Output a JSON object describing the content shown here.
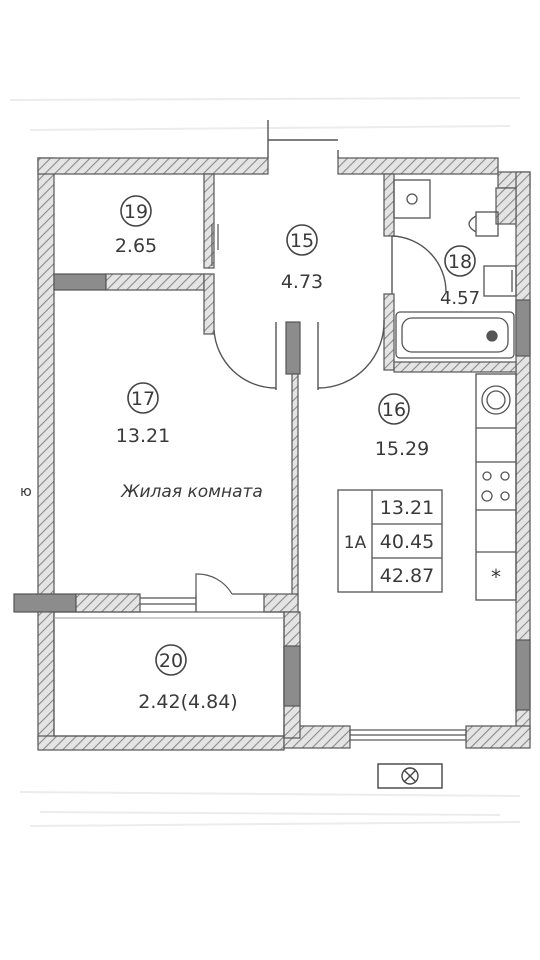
{
  "rooms": [
    {
      "id": "19",
      "area": "2.65"
    },
    {
      "id": "15",
      "area": "4.73"
    },
    {
      "id": "18",
      "area": "4.57"
    },
    {
      "id": "17",
      "area": "13.21",
      "name": "Жилая комната"
    },
    {
      "id": "16",
      "area": "15.29"
    },
    {
      "id": "20",
      "area": "2.42(4.84)"
    }
  ],
  "summary": {
    "type": "1A",
    "living_area": "13.21",
    "total_area": "40.45",
    "total_with_balcony": "42.87"
  },
  "marks": {
    "star": "*",
    "edge_mark": "ю"
  },
  "colors": {
    "wall_hatch": "#9a9a9a",
    "wall_fill": "#d9d9d9",
    "line": "#555555",
    "text": "#3a3a3a"
  }
}
